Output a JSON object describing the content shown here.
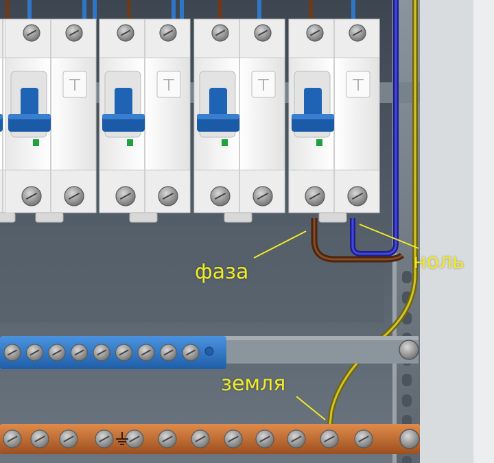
{
  "labels": {
    "phase": "фаза",
    "neutral": "ноль",
    "earth": "земля"
  },
  "colors": {
    "label_text": "#f2ea25",
    "phase_wire": "#6b3a1a",
    "neutral_wire": "#2b2fb8",
    "earth_wire": "#b7a81a",
    "neutral_bus": "#2f76c7",
    "earth_bus": "#c46a2e",
    "breaker_body": "#f1f1f1",
    "breaker_lever": "#1f63b5",
    "indicator": "#1fa23d"
  },
  "components": {
    "breakers": [
      "breaker-1",
      "breaker-2",
      "breaker-3",
      "breaker-4"
    ],
    "icons": [
      "earth-ground-icon"
    ]
  }
}
